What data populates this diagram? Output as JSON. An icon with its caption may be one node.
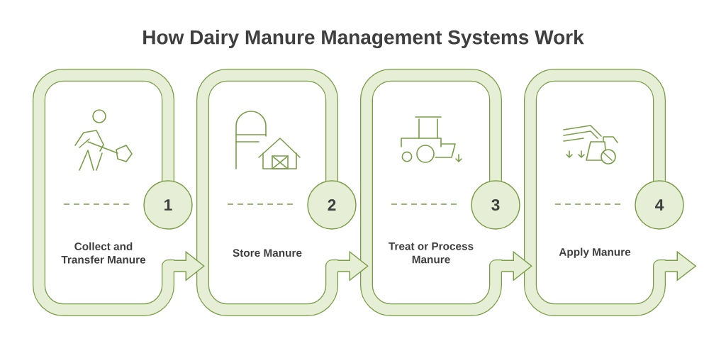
{
  "diagram": {
    "title": "How Dairy Manure Management Systems Work",
    "nodes": [
      {
        "text": [
          "Collect and Transfer Manure"
        ]
      },
      {
        "text": [
          "1"
        ]
      },
      {
        "text": [
          "Store Manure"
        ]
      },
      {
        "text": [
          "2"
        ]
      },
      {
        "text": [
          "Treat or Process Manure"
        ]
      },
      {
        "text": [
          "3"
        ]
      },
      {
        "text": [
          "Apply Manure"
        ]
      },
      {
        "text": [
          "4"
        ]
      }
    ],
    "edges": [
      {
        "from": 0,
        "to": 2,
        "arrow": "to"
      },
      {
        "from": 2,
        "to": 4,
        "arrow": "to"
      },
      {
        "from": 4,
        "to": 6,
        "arrow": "to"
      },
      {
        "from": 6,
        "to": null,
        "arrow": "to"
      }
    ]
  }
}
